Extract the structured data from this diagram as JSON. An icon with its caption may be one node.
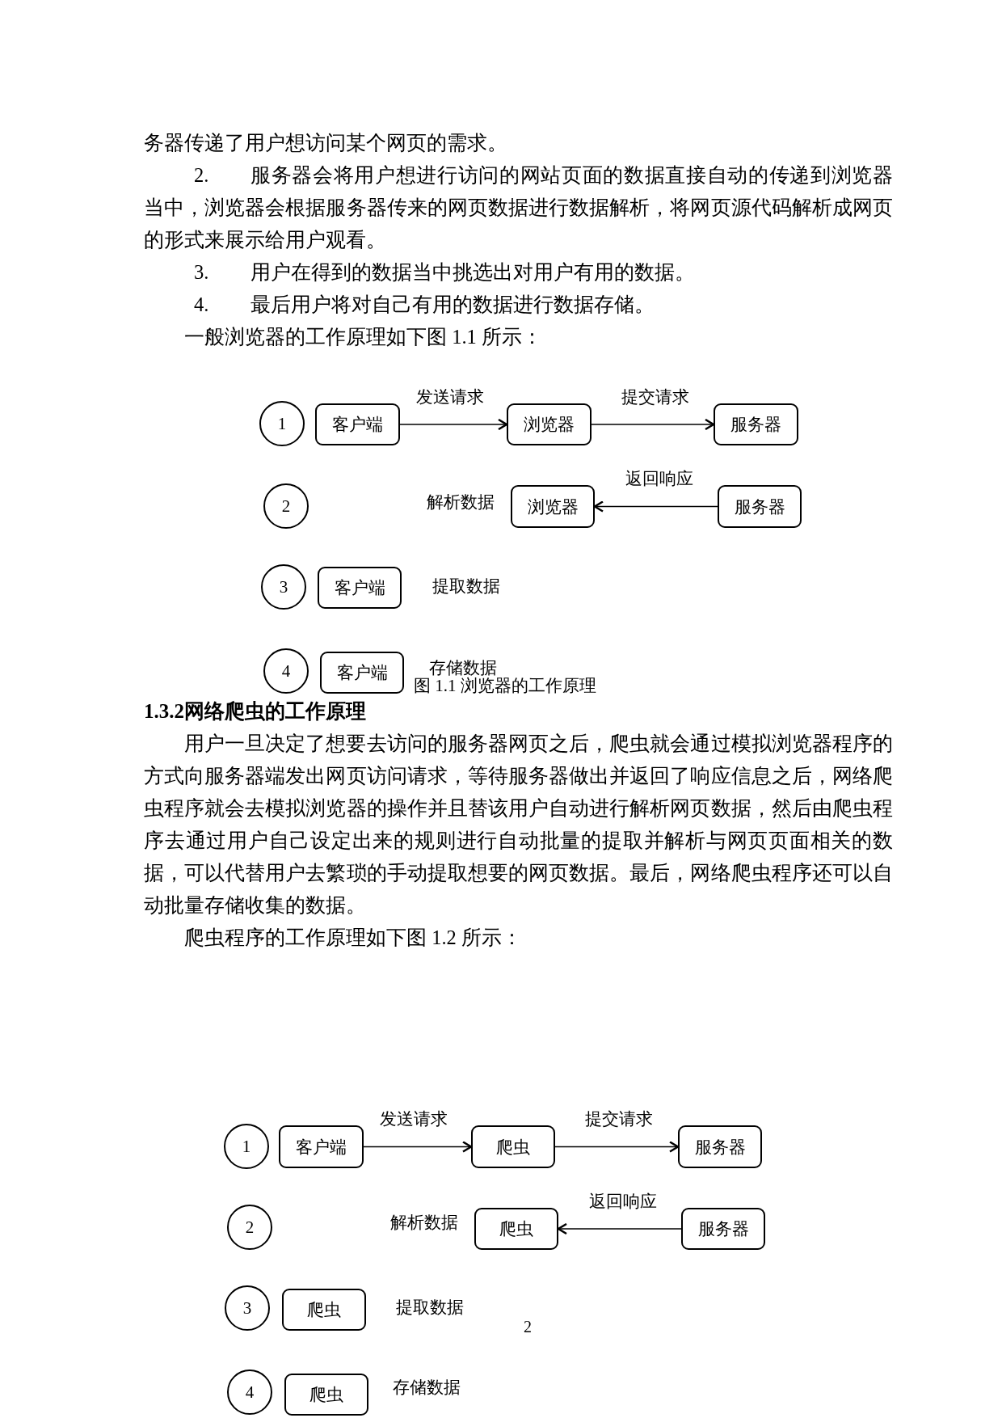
{
  "diagram": {
    "nodes": [
      {
        "text": [
          "1"
        ]
      },
      {
        "text": [
          "客户端"
        ]
      },
      {
        "text": [
          "浏览器"
        ]
      },
      {
        "text": [
          "服务器"
        ]
      },
      {
        "text": [
          "2"
        ]
      },
      {
        "text": [
          "浏览器"
        ],
        "beside": [
          "解析数据"
        ]
      },
      {
        "text": [
          "服务器"
        ]
      },
      {
        "text": [
          "3"
        ]
      },
      {
        "text": [
          "客户端"
        ],
        "beside": [
          "提取数据"
        ]
      },
      {
        "text": [
          "4"
        ]
      },
      {
        "text": [
          "客户端"
        ],
        "beside": [
          "存储数据"
        ]
      },
      {
        "text": [
          "1"
        ]
      },
      {
        "text": [
          "客户端"
        ]
      },
      {
        "text": [
          "爬虫"
        ]
      },
      {
        "text": [
          "服务器"
        ]
      },
      {
        "text": [
          "2"
        ]
      },
      {
        "text": [
          "爬虫"
        ],
        "beside": [
          "解析数据"
        ]
      },
      {
        "text": [
          "服务器"
        ]
      },
      {
        "text": [
          "3"
        ]
      },
      {
        "text": [
          "爬虫"
        ],
        "beside": [
          "提取数据"
        ]
      },
      {
        "text": [
          "4"
        ]
      },
      {
        "text": [
          "爬虫"
        ],
        "beside": [
          "存储数据"
        ]
      }
    ],
    "edges": [
      {
        "from": 1,
        "to": 2,
        "arrow": "to",
        "label": "发送请求"
      },
      {
        "from": 2,
        "to": 3,
        "arrow": "to",
        "label": "提交请求"
      },
      {
        "from": 6,
        "to": 5,
        "arrow": "to",
        "label": "返回响应"
      },
      {
        "from": 12,
        "to": 13,
        "arrow": "to",
        "label": "发送请求"
      },
      {
        "from": 13,
        "to": 14,
        "arrow": "to",
        "label": "提交请求"
      },
      {
        "from": 17,
        "to": 16,
        "arrow": "to",
        "label": "返回响应"
      }
    ],
    "labels": [
      "务器传递了用户想访问某个网页的需求。",
      "2.",
      "服务器会将用户想进行访问的网站页面的数据直接自动的传递到浏览器当中，浏览器会根据服务器传来的网页数据进行数据解析，将网页源代码解析成网页的形式来展示给用户观看。",
      "3.",
      "用户在得到的数据当中挑选出对用户有用的数据。",
      "4.",
      "最后用户将对自己有用的数据进行数据存储。",
      "一般浏览器的工作原理如下图 1.1 所示：",
      "图 1.1 浏览器的工作原理",
      "1.3.2网络爬虫的工作原理",
      "用户一旦决定了想要去访问的服务器网页之后，爬虫就会通过模拟浏览器程序的方式向服务器端发出网页访问请求，等待服务器做出并返回了响应信息之后，网络爬虫程序就会去模拟浏览器的操作并且替该用户自动进行解析网页数据，然后由爬虫程序去通过用户自己设定出来的规则进行自动批量的提取并解析与网页页面相关的数据，可以代替用户去繁琐的手动提取想要的网页数据。最后，网络爬虫程序还可以自动批量存储收集的数据。",
      "爬虫程序的工作原理如下图 1.2 所示：",
      "2"
    ]
  }
}
